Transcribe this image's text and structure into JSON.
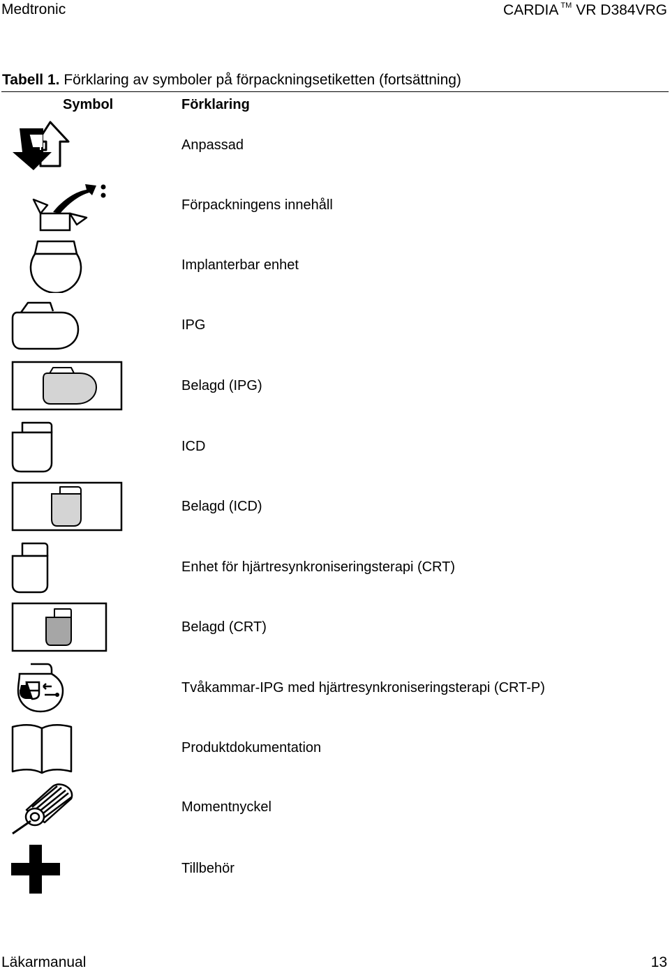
{
  "header": {
    "brand": "Medtronic",
    "product": "CARDIA",
    "trademark": "TM",
    "model": "VR D384VRG"
  },
  "caption": {
    "label": "Tabell 1.",
    "text": "Förklaring av symboler på förpackningsetiketten (fortsättning)"
  },
  "columns": {
    "symbol": "Symbol",
    "explanation": "Förklaring"
  },
  "rows": [
    {
      "icon": "adapter-icon",
      "label": "Anpassad"
    },
    {
      "icon": "package-contents-icon",
      "label": "Förpackningens innehåll"
    },
    {
      "icon": "implantable-device-icon",
      "label": "Implanterbar enhet"
    },
    {
      "icon": "ipg-icon",
      "label": "IPG"
    },
    {
      "icon": "coated-ipg-icon",
      "label": "Belagd (IPG)"
    },
    {
      "icon": "icd-icon",
      "label": "ICD"
    },
    {
      "icon": "coated-icd-icon",
      "label": "Belagd (ICD)"
    },
    {
      "icon": "crt-device-icon",
      "label": "Enhet för hjärtresynkroniseringsterapi (CRT)"
    },
    {
      "icon": "coated-crt-icon",
      "label": "Belagd (CRT)"
    },
    {
      "icon": "dual-chamber-crt-p-icon",
      "label": "Tvåkammar-IPG med hjärtresynkroniseringsterapi (CRT-P)"
    },
    {
      "icon": "product-documentation-icon",
      "label": "Produktdokumentation"
    },
    {
      "icon": "torque-wrench-icon",
      "label": "Momentnyckel"
    },
    {
      "icon": "accessories-plus-icon",
      "label": "Tillbehör"
    }
  ],
  "colors": {
    "coated_light": "#d4d4d4",
    "coated_dark": "#a6a6a6"
  },
  "footer": {
    "manual": "Läkarmanual",
    "page": "13"
  }
}
